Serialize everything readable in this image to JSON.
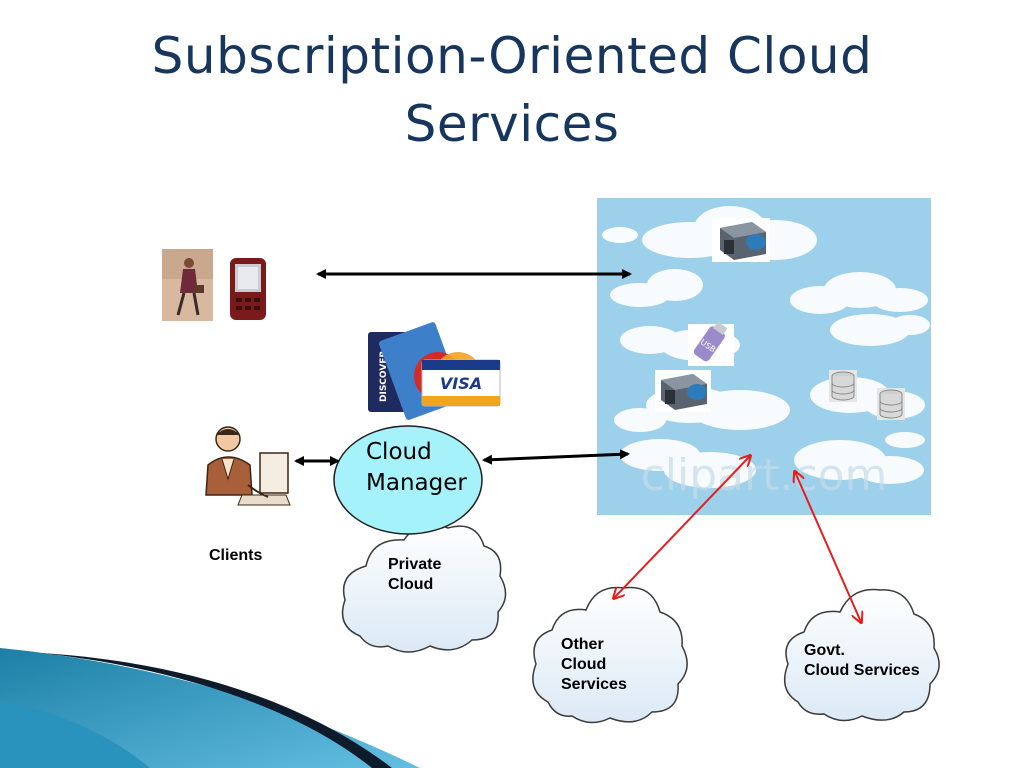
{
  "title": {
    "line1": "Subscription-Oriented Cloud",
    "line2": "Services"
  },
  "nodes": {
    "cloud_manager": {
      "line1": "Cloud",
      "line2": "Manager"
    },
    "clients": "Clients",
    "private_cloud": "Private\nCloud",
    "other_cloud": "Other\nCloud\nServices",
    "govt_cloud": "Govt.\nCloud Services",
    "watermark": "clipart.com"
  },
  "icons": [
    "businesswoman-photo-icon",
    "mobile-phone-icon",
    "credit-cards-icon",
    "client-at-computer-icon",
    "cloud-sky-panel",
    "server-icon",
    "usb-drive-icon",
    "database-icon"
  ],
  "colors": {
    "title": "#17365d",
    "manager_fill": "#a6f2fb",
    "connector": "#000000",
    "red_connector": "#e41e1e",
    "sky": "#9dd0ea"
  }
}
